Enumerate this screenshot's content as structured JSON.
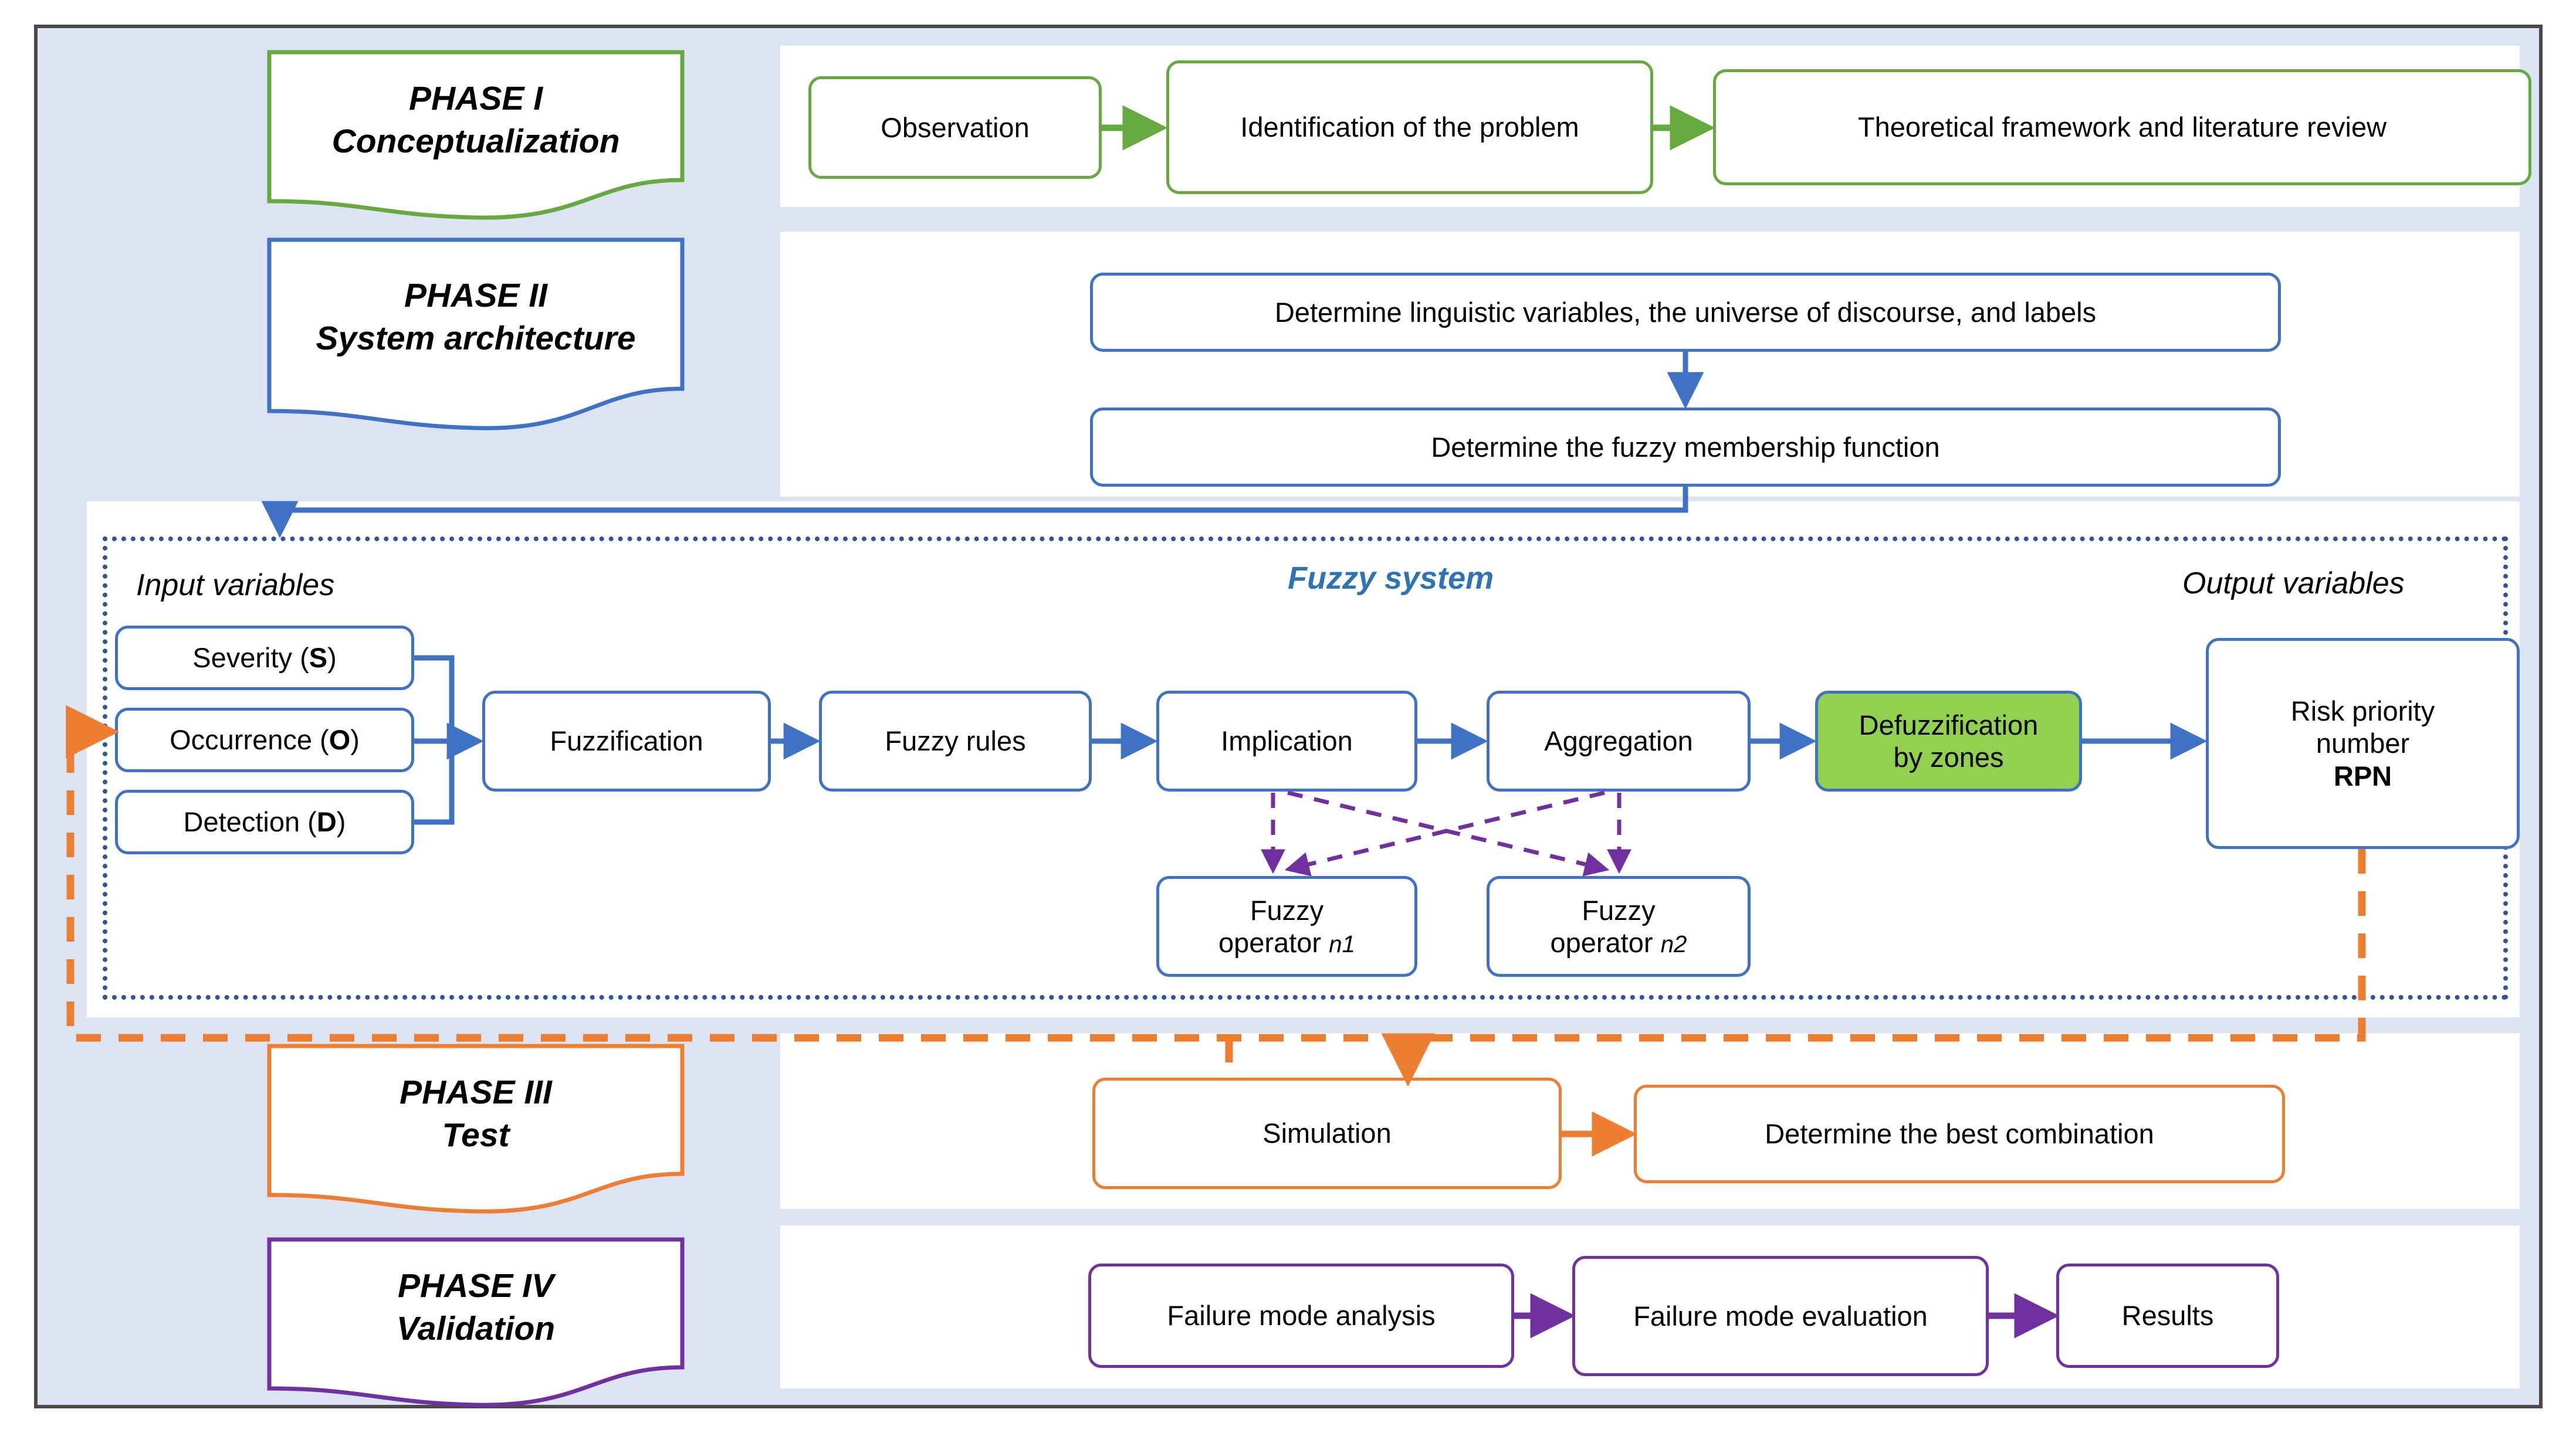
{
  "colors": {
    "panel_bg": "#dce3f3",
    "frame": "#4a4a4a",
    "green": "#66a93f",
    "blue": "#3f72c4",
    "orange": "#ed7d31",
    "purple": "#7030a0",
    "dotted_navy": "#2f5597",
    "defuzz_fill": "#92d050",
    "fuzzy_title": "#2e74b5",
    "dashed_violet": "#7030a0"
  },
  "phases": [
    {
      "id": "phase-1",
      "number": "PHASE I",
      "name": "Conceptualization",
      "accent": "#66a93f"
    },
    {
      "id": "phase-2",
      "number": "PHASE II",
      "name": "System architecture",
      "accent": "#3f72c4"
    },
    {
      "id": "phase-3",
      "number": "PHASE III",
      "name": "Test",
      "accent": "#ed7d31"
    },
    {
      "id": "phase-4",
      "number": "PHASE IV",
      "name": "Validation",
      "accent": "#7030a0"
    }
  ],
  "phase1": {
    "nodes": [
      {
        "id": "observation",
        "label": "Observation"
      },
      {
        "id": "identification",
        "label": "Identification of the problem"
      },
      {
        "id": "framework",
        "label": "Theoretical framework and literature review"
      }
    ]
  },
  "phase2": {
    "nodes": [
      {
        "id": "linguistic-variables",
        "label": "Determine linguistic variables, the universe of discourse, and labels"
      },
      {
        "id": "membership-function",
        "label": "Determine the fuzzy membership function"
      }
    ]
  },
  "fuzzy_system": {
    "title": "Fuzzy system",
    "input_label": "Input variables",
    "output_label": "Output variables",
    "inputs": [
      {
        "id": "severity",
        "text": "Severity (",
        "symbol": "S",
        "close": ")"
      },
      {
        "id": "occurrence",
        "text": "Occurrence (",
        "symbol": "O",
        "close": ")"
      },
      {
        "id": "detection",
        "text": "Detection (",
        "symbol": "D",
        "close": ")"
      }
    ],
    "pipeline": [
      {
        "id": "fuzzification",
        "label": "Fuzzification"
      },
      {
        "id": "fuzzy-rules",
        "label": "Fuzzy rules"
      },
      {
        "id": "implication",
        "label": "Implication"
      },
      {
        "id": "aggregation",
        "label": "Aggregation"
      }
    ],
    "defuzzification": {
      "id": "defuzzification",
      "line1": "Defuzzification",
      "line2": "by zones"
    },
    "output": {
      "id": "rpn",
      "line1": "Risk priority",
      "line2": "number",
      "line3": "RPN"
    },
    "operators": [
      {
        "id": "fuzzy-operator-n1",
        "line1": "Fuzzy",
        "line2": "operator ",
        "sub": "n1"
      },
      {
        "id": "fuzzy-operator-n2",
        "line1": "Fuzzy",
        "line2": "operator ",
        "sub": "n2"
      }
    ]
  },
  "phase3": {
    "nodes": [
      {
        "id": "simulation",
        "label": "Simulation"
      },
      {
        "id": "best-combination",
        "label": "Determine the best combination"
      }
    ]
  },
  "phase4": {
    "nodes": [
      {
        "id": "failure-mode-analysis",
        "label": "Failure mode analysis"
      },
      {
        "id": "failure-mode-evaluation",
        "label": "Failure mode evaluation"
      },
      {
        "id": "results",
        "label": "Results"
      }
    ]
  }
}
